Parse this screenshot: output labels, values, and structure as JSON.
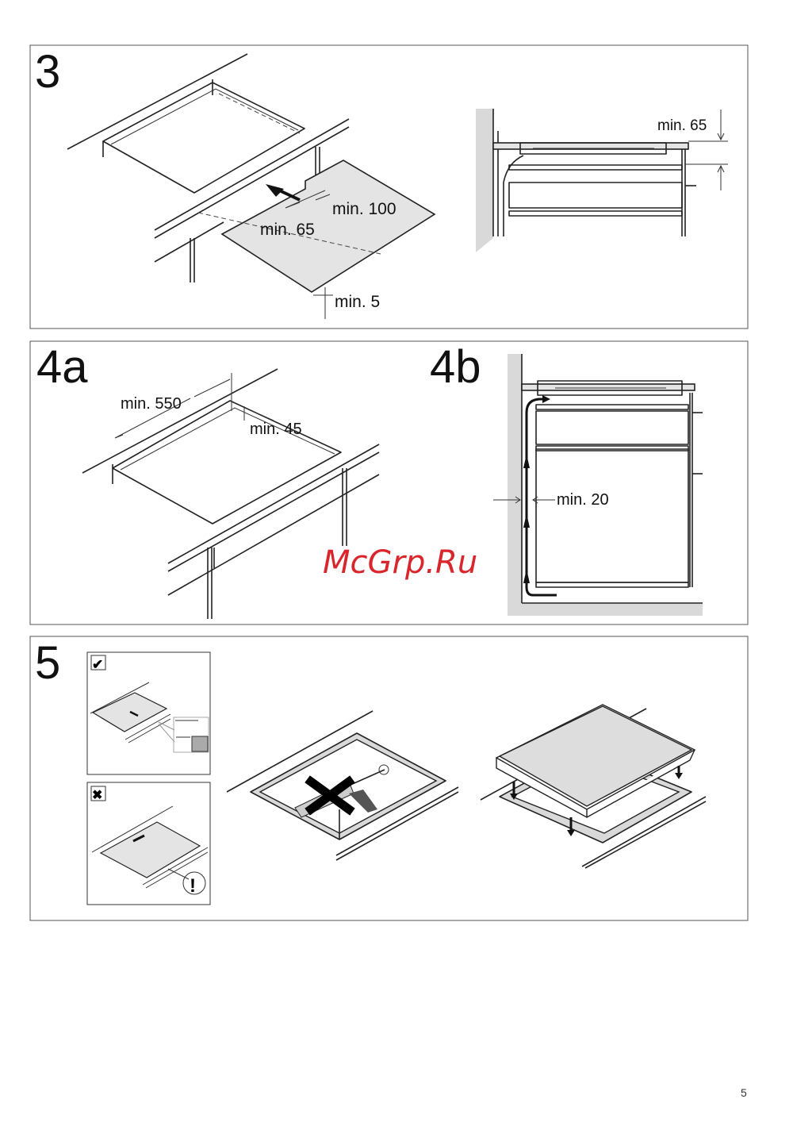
{
  "steps": {
    "step3": {
      "number": "3",
      "labels": {
        "min100": "min. 100",
        "min65": "min. 65",
        "min5": "min. 5",
        "side_min65": "min. 65"
      }
    },
    "step4a": {
      "number": "4a",
      "labels": {
        "min550": "min. 550",
        "min45": "min. 45"
      }
    },
    "step4b": {
      "number": "4b",
      "labels": {
        "min20": "min. 20"
      }
    },
    "step5": {
      "number": "5",
      "correct_mark": "✔",
      "wrong_mark": "✖",
      "warning": "!"
    }
  },
  "watermark": "McGrp.Ru",
  "page_number": "5"
}
